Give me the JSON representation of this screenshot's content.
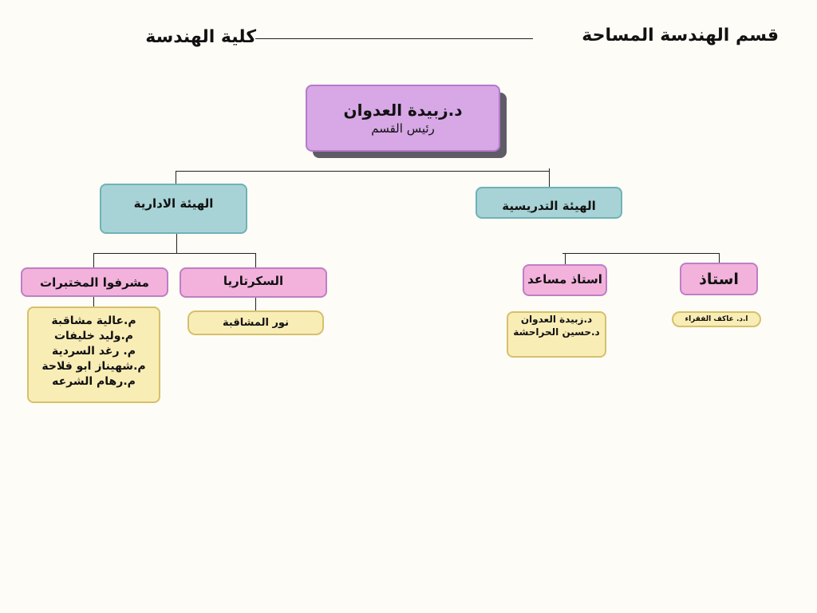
{
  "header": {
    "department": "قسم الهندسة المساحة",
    "faculty": "كلية الهندسة"
  },
  "head": {
    "name": "د.زبيدة العدوان",
    "role": "رئيس القسم"
  },
  "admin_staff": {
    "label": "الهيئة الادارية",
    "lab_supervisors": {
      "label": "مشرفوا المختبرات",
      "members": [
        "م.عالية مشاقبة",
        "م.وليد خليفات",
        "م. رغد السردية",
        "م.شهيناز ابو فلاحة",
        "م.رهام الشرعه"
      ]
    },
    "secretariat": {
      "label": "السكرتاريا",
      "members": [
        "نور المشاقبة"
      ]
    }
  },
  "teaching_staff": {
    "label": "الهيئة التدريسية",
    "assistant_professor": {
      "label": "استاذ مساعد",
      "members": [
        "د.زبيدة العدوان",
        "د.حسين الحراحشة"
      ]
    },
    "professor": {
      "label": "استاذ",
      "members": [
        "ا.د. عاكف الفقراء"
      ]
    }
  },
  "colors": {
    "background": "#fdfcf7",
    "head": "#d7a7e6",
    "category": "#a8d3d6",
    "role": "#f2b2dc",
    "members": "#f9edb6"
  }
}
